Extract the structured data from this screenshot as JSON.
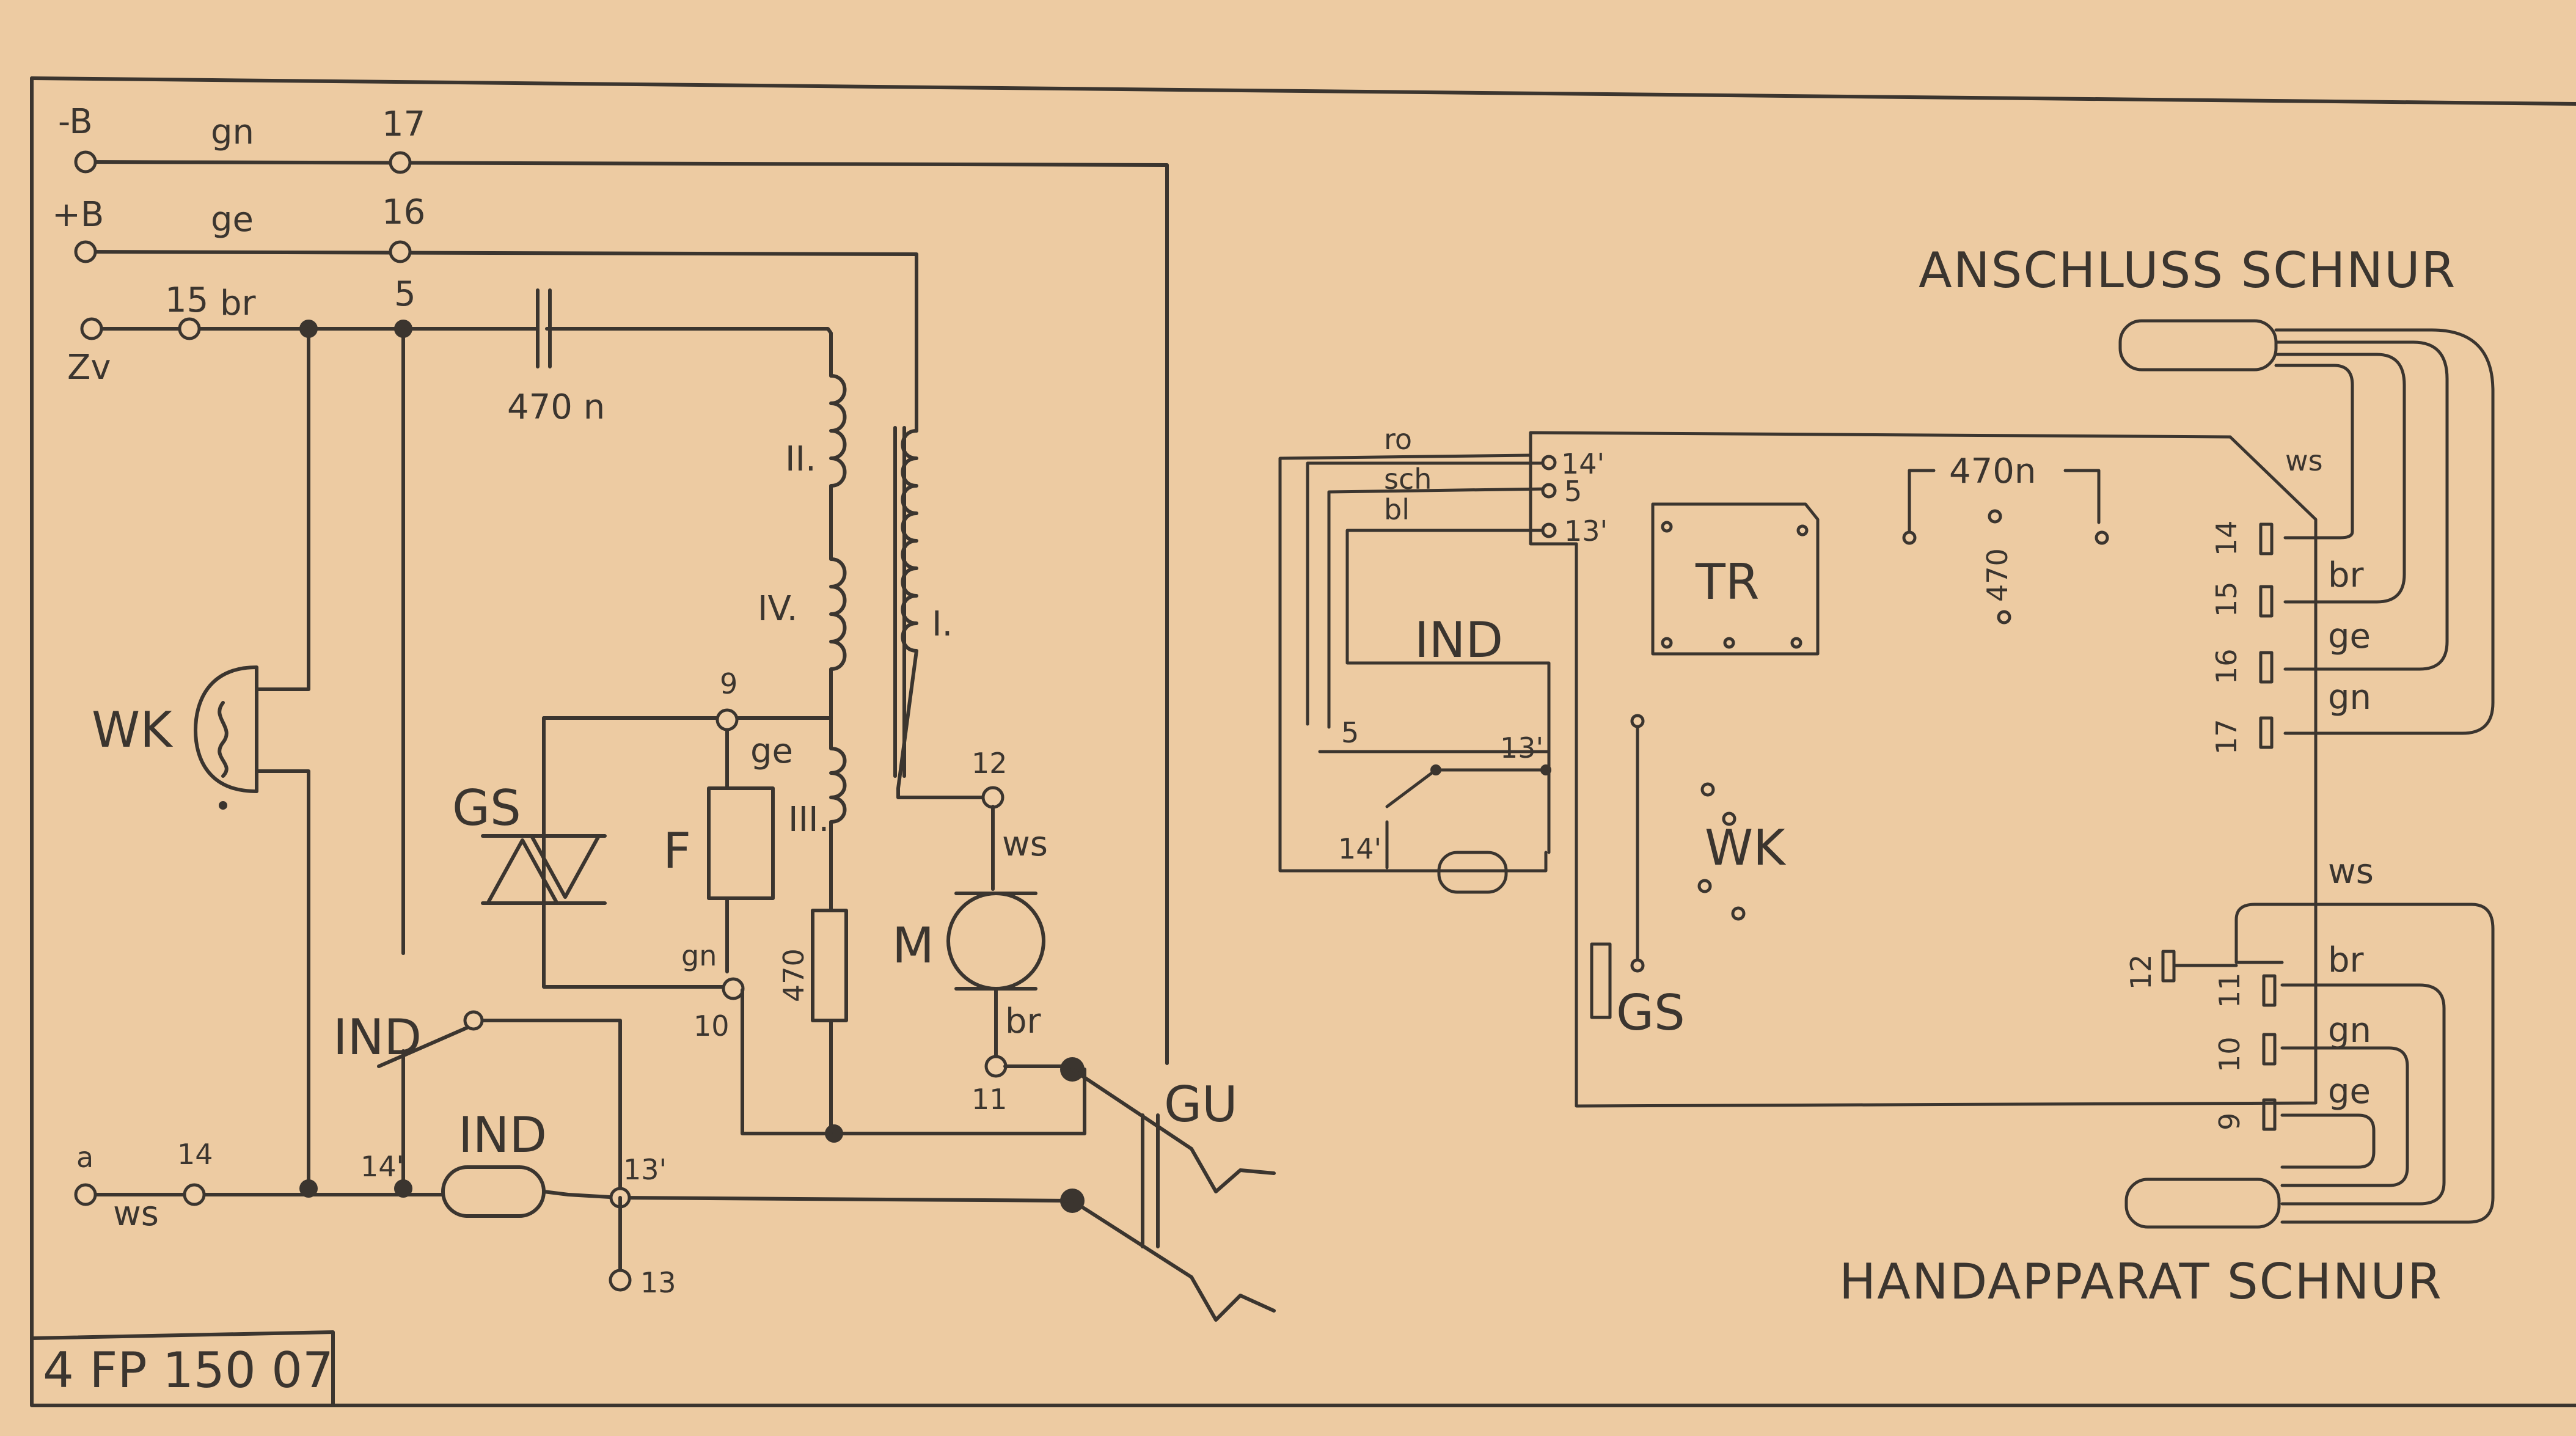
{
  "colors": {
    "paper": "#efcea6",
    "ink": "#3b352f"
  },
  "schematic": {
    "rails": {
      "minus_b": {
        "label": "-B",
        "wire": "gn",
        "terminal": "17"
      },
      "plus_b": {
        "label": "+B",
        "wire": "ge",
        "terminal": "16"
      },
      "zv": {
        "label": "Zv",
        "terminal_a": "15",
        "wire": "br",
        "terminal_b": "5"
      },
      "bottom": {
        "terminal_a": "a",
        "wire": "ws",
        "terminal_b": "14",
        "terminal_c": "14'",
        "terminal_d": "13'",
        "terminal_e": "13"
      }
    },
    "capacitor_label": "470 n",
    "windings": {
      "ii": "II.",
      "iv": "IV.",
      "iii": "III.",
      "i": "I."
    },
    "wk_label": "WK",
    "gs_label": "GS",
    "f_label": "F",
    "node9": {
      "terminal": "9",
      "wire": "ge"
    },
    "node10": {
      "wire": "gn",
      "terminal": "10"
    },
    "resistor_label": "470",
    "node12": {
      "terminal": "12",
      "wire": "ws"
    },
    "motor_label": "M",
    "node11": {
      "wire": "br",
      "terminal": "11"
    },
    "ind_switch_label": "IND",
    "ind_lamp_label": "IND",
    "gu_label": "GU"
  },
  "board": {
    "ro": "ro",
    "sch": "sch",
    "bl": "bl",
    "pin14": "14'",
    "pin5": "5",
    "pin13": "13'",
    "ind_label": "IND",
    "tr_label": "TR",
    "cap_label": "470n",
    "cap_label_vertical": "470",
    "contact5": "5",
    "contact13": "13'",
    "contact14": "14'",
    "wk_label": "WK",
    "gs_label": "GS"
  },
  "anschluss": {
    "title": "ANSCHLUSS SCHNUR",
    "ws": "ws",
    "pins": [
      "14",
      "15",
      "16",
      "17"
    ],
    "wires": [
      "br",
      "ge",
      "gn"
    ]
  },
  "handapparat": {
    "title": "HANDAPPARAT SCHNUR",
    "ws": "ws",
    "pins": [
      "12",
      "11",
      "10",
      "9"
    ],
    "wires": [
      "br",
      "gn",
      "ge"
    ]
  },
  "drawing_number": "4 FP 150 07"
}
